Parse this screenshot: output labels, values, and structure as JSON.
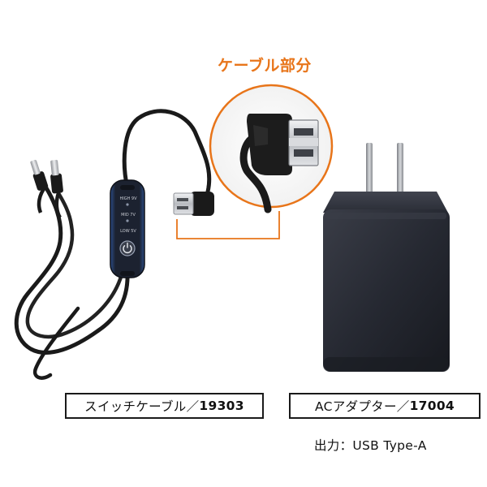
{
  "callout": {
    "title": "ケーブル部分"
  },
  "products": {
    "switch_cable": {
      "name": "スイッチケーブル／",
      "code": "19303"
    },
    "ac_adapter": {
      "name": "ACアダプター／",
      "code": "17004"
    }
  },
  "output": {
    "text": "出力：USB Type-A"
  },
  "control_box": {
    "high_label": "HIGH 9V",
    "mid_label": "MID 7V",
    "low_label": "LOW 5V"
  },
  "colors": {
    "accent": "#e8751a",
    "cable": "#1a1a1a",
    "control_body": "#1f2530",
    "control_trim": "#2d4f8c",
    "adapter": "#272a33",
    "border": "#1a1a1a"
  }
}
